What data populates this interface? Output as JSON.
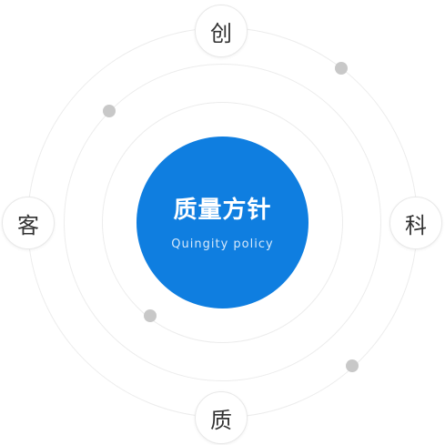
{
  "center": {
    "title": "质量方针",
    "subtitle": "Quingity policy",
    "color": "#0f7ee0"
  },
  "nodes": [
    {
      "label": "创"
    },
    {
      "label": "科"
    },
    {
      "label": "质"
    },
    {
      "label": "客"
    }
  ],
  "colors": {
    "ring": "#ececec",
    "dot": "#c8c8c8",
    "node_text": "#333333"
  }
}
